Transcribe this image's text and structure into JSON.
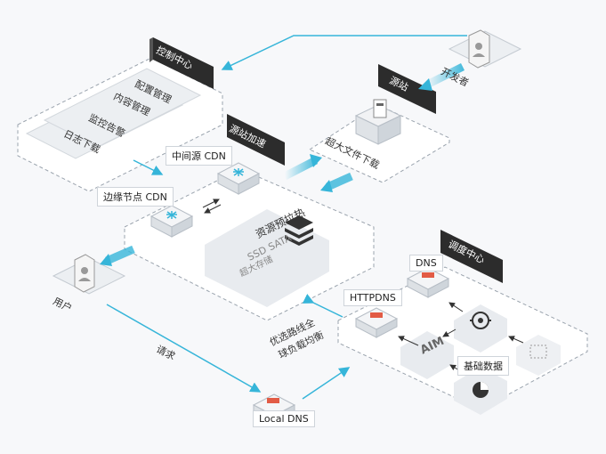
{
  "control_center": {
    "title": "控制中心",
    "items": [
      "配置管理",
      "内容管理",
      "监控告警",
      "日志下载"
    ]
  },
  "origin_accel": {
    "title": "源站加速"
  },
  "origin": {
    "title": "源站",
    "caption": "超大文件下载"
  },
  "developer": {
    "label": "开发者"
  },
  "mid_cdn": {
    "label": "中间源 CDN"
  },
  "edge_cdn": {
    "label": "边缘节点 CDN"
  },
  "storage": {
    "line1": "资源预拉热",
    "line2": "SSD  SATA",
    "line3": "超大存储"
  },
  "user": {
    "label": "用户"
  },
  "request": {
    "label": "请求"
  },
  "local_dns": {
    "label": "Local DNS"
  },
  "routing": {
    "line1": "优选路线全",
    "line2": "球负载均衡"
  },
  "scheduler": {
    "title": "调度中心"
  },
  "dns": {
    "label": "DNS"
  },
  "httpdns": {
    "label": "HTTPDNS"
  },
  "aim": {
    "label": "AIM"
  },
  "base_data": {
    "label": "基础数据"
  },
  "colors": {
    "accent": "#36b5d9",
    "dark": "#2c2c2c",
    "panel": "#e8ebef"
  }
}
